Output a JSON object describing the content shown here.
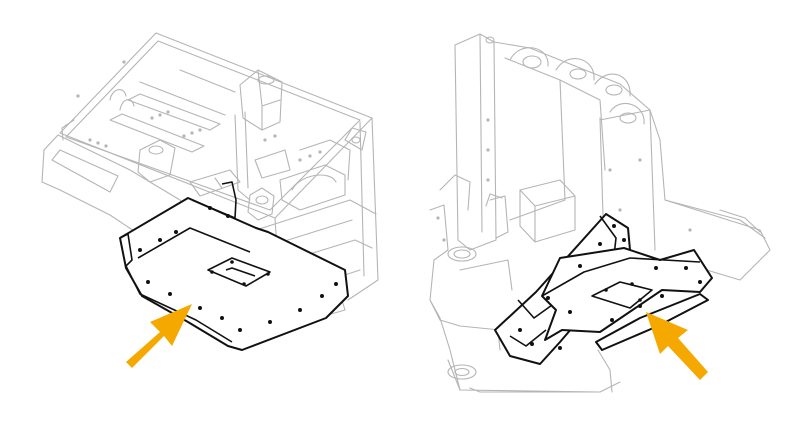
{
  "figure": {
    "colors": {
      "arrow": "#F5A800",
      "highlight_outline": "#111111",
      "frame_outline": "#B5B5B5",
      "background": "#FFFFFF"
    },
    "panels": [
      {
        "name": "left-frame-view",
        "highlight": "belly-guard-plate",
        "arrow_direction": "up-right"
      },
      {
        "name": "right-frame-view",
        "highlight": "side-guard-plates",
        "arrow_direction": "up-left"
      }
    ]
  }
}
